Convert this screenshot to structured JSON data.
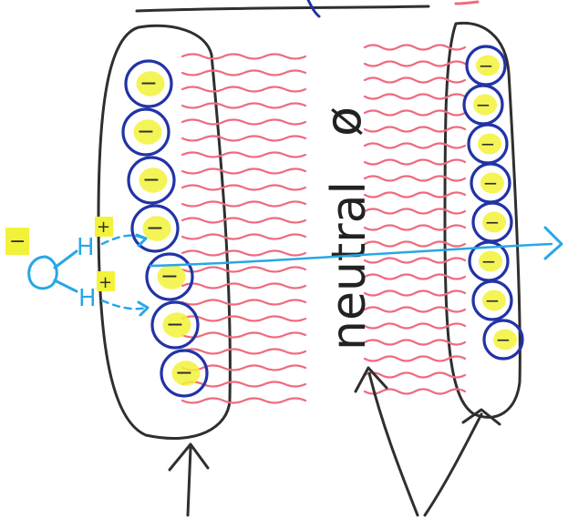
{
  "colors": {
    "background": "#ffffff",
    "outline": "#2f2f2f",
    "bead": "#2233a6",
    "highlight": "#f2f23a",
    "tails": "#ef6b7e",
    "water": "#27a7e6",
    "label": "#222222"
  },
  "head_charge": "−",
  "neutral_label": "neutral",
  "neutral_symbol": "ø",
  "water_molecule": {
    "oxygen": "O",
    "hydrogen": "H",
    "partial_charge_h": "+",
    "partial_charge_o": "−"
  },
  "left_layer": {
    "head_count": 7
  },
  "right_layer": {
    "head_count": 8
  },
  "icons": [
    "arrow-up-icon",
    "arrow-right-icon"
  ]
}
